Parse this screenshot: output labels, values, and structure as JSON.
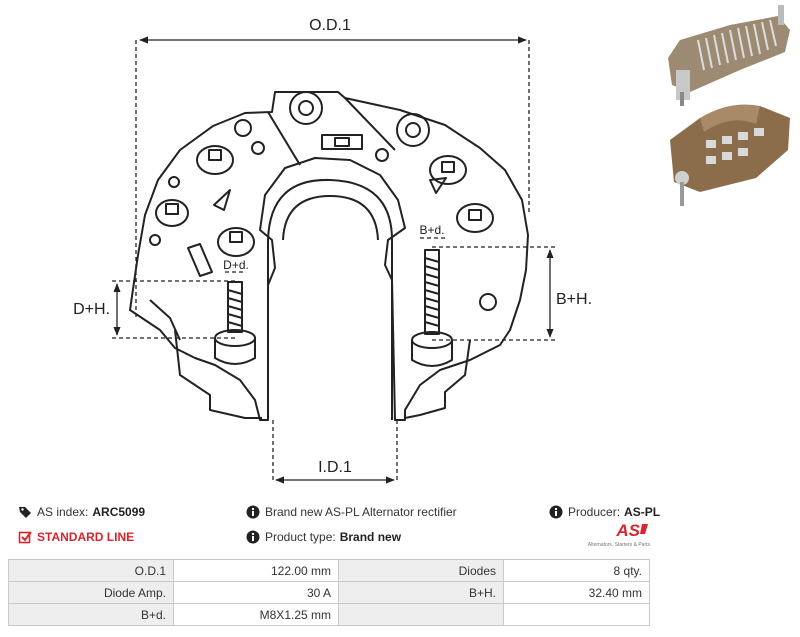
{
  "drawing": {
    "od_label": "O.D.1",
    "id_label": "I.D.1",
    "dh_label": "D+H.",
    "bh_label": "B+H.",
    "dd_label": "D+d.",
    "bd_label": "B+d."
  },
  "info": {
    "as_index_label": "AS index:",
    "as_index_value": "ARC5099",
    "standard_line": "STANDARD LINE",
    "description": "Brand new AS-PL Alternator rectifier",
    "product_type_label": "Product type:",
    "product_type_value": "Brand new",
    "producer_label": "Producer:",
    "producer_value": "AS-PL",
    "logo_text": "AS",
    "logo_tagline": "Alternators, Starters & Parts"
  },
  "specs": [
    {
      "k1": "O.D.1",
      "v1": "122.00 mm",
      "k2": "Diodes",
      "v2": "8 qty."
    },
    {
      "k1": "Diode Amp.",
      "v1": "30 A",
      "k2": "B+H.",
      "v2": "32.40 mm"
    },
    {
      "k1": "B+d.",
      "v1": "M8X1.25 mm",
      "k2": "",
      "v2": ""
    }
  ],
  "colors": {
    "accent_red": "#d9262e",
    "text_dark": "#222222",
    "cell_key_bg": "#eeeeee"
  }
}
